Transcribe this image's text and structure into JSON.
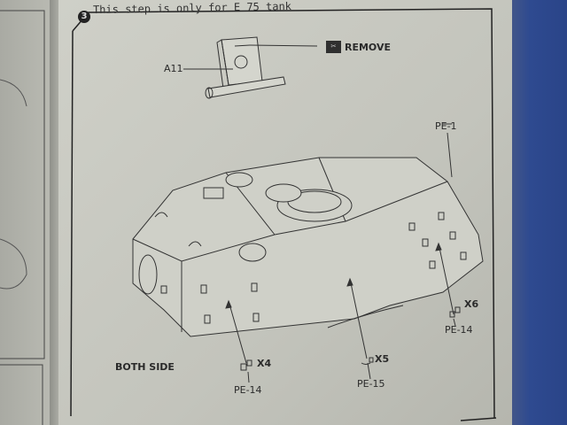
{
  "step": {
    "number": "3",
    "title": "This step is only for E 75 tank"
  },
  "top_part": {
    "label": "A11",
    "remove_icon": "remove-symbol",
    "remove_label": "REMOVE"
  },
  "callouts": {
    "pe1": "PE-1",
    "pe14_left": {
      "qty": "X4",
      "part": "PE-14"
    },
    "pe15": {
      "qty": "X5",
      "part": "PE-15"
    },
    "pe14_right": {
      "qty": "X6",
      "part": "PE-14"
    },
    "both_side": "BOTH SIDE"
  }
}
